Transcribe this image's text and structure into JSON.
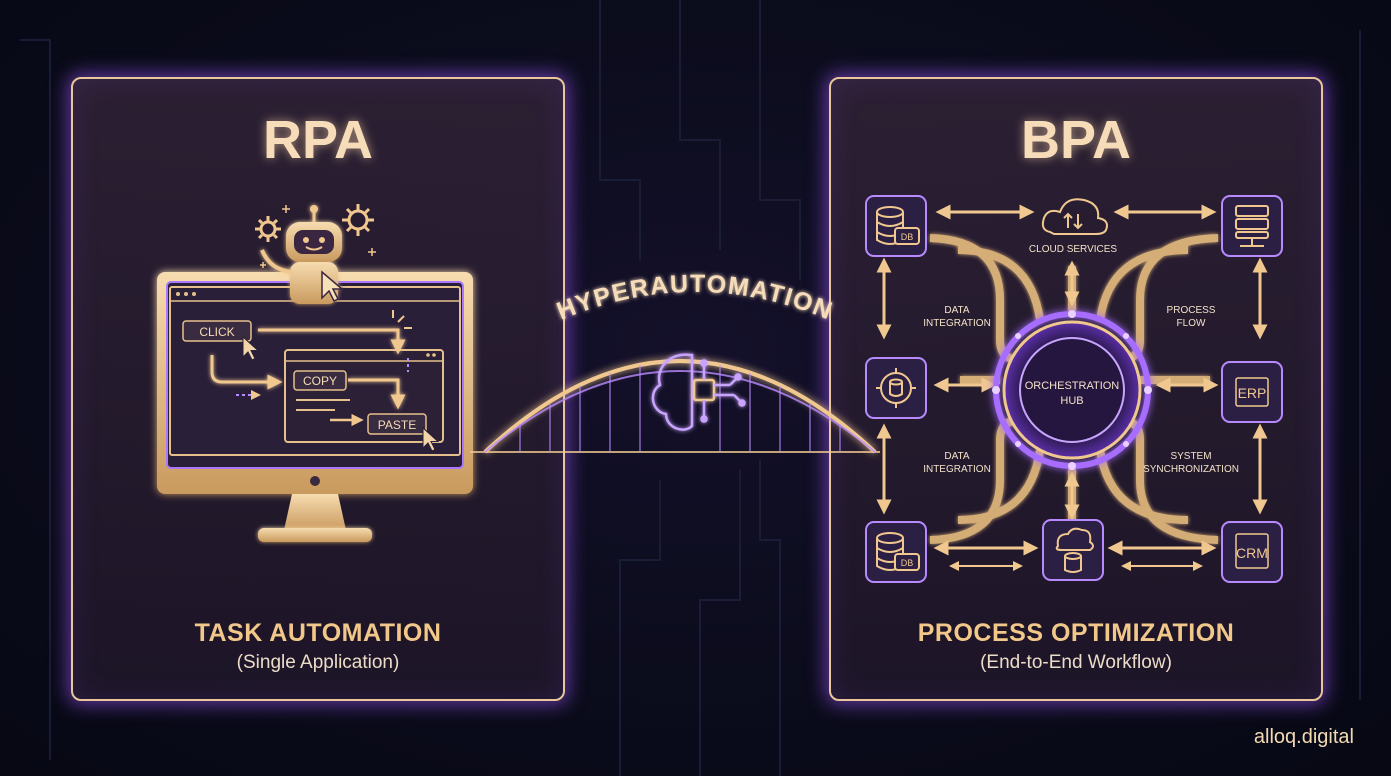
{
  "rpa": {
    "title": "RPA",
    "subtitle": "TASK AUTOMATION",
    "caption": "(Single Application)",
    "steps": {
      "click": "CLICK",
      "copy": "COPY",
      "paste": "PASTE"
    }
  },
  "bpa": {
    "title": "BPA",
    "subtitle": "PROCESS OPTIMIZATION",
    "caption": "(End-to-End Workflow)",
    "hub": {
      "line1": "ORCHESTRATION",
      "line2": "HUB"
    },
    "labels": {
      "cloud_services": "CLOUD SERVICES",
      "data_integration_top_1": "DATA",
      "data_integration_top_2": "INTEGRATION",
      "process_flow_1": "PROCESS",
      "process_flow_2": "FLOW",
      "data_integration_bottom_1": "DATA",
      "data_integration_bottom_2": "INTEGRATION",
      "system_sync_1": "SYSTEM",
      "system_sync_2": "SYNCHRONIZATION"
    },
    "nodes": {
      "db_top": "DB",
      "db_bottom": "DB",
      "erp": "ERP",
      "crm": "CRM"
    }
  },
  "bridge": {
    "label": "HYPERAUTOMATION"
  },
  "brand": "alloq.digital",
  "colors": {
    "accent_gold": "#e9c79a",
    "glow_purple": "#a05aff",
    "background": "#0b0c1c"
  }
}
